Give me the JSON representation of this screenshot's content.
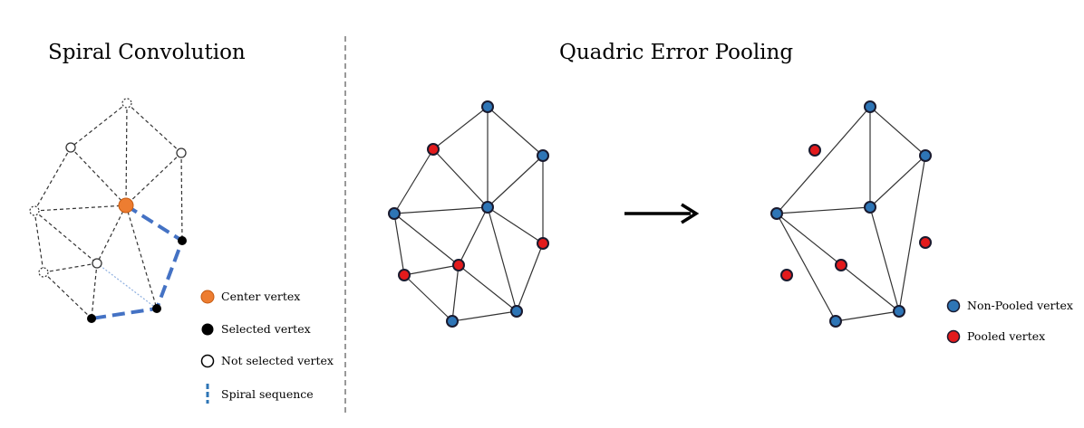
{
  "left_panel": {
    "title": "Spiral Convolution",
    "legend": {
      "center": "Center vertex",
      "selected": "Selected vertex",
      "not_selected": "Not selected vertex",
      "spiral": "Spiral sequence"
    }
  },
  "right_panel": {
    "title": "Quadric Error Pooling",
    "legend": {
      "non_pooled": "Non-Pooled vertex",
      "pooled": "Pooled vertex"
    }
  },
  "colors": {
    "center_vertex": "#ed7d31",
    "selected_vertex": "#000000",
    "not_selected_vertex": "#ffffff",
    "spiral": "#4472c4",
    "non_pooled_vertex": "#2e75b6",
    "pooled_vertex": "#e31a1c",
    "edge": "#333333"
  }
}
